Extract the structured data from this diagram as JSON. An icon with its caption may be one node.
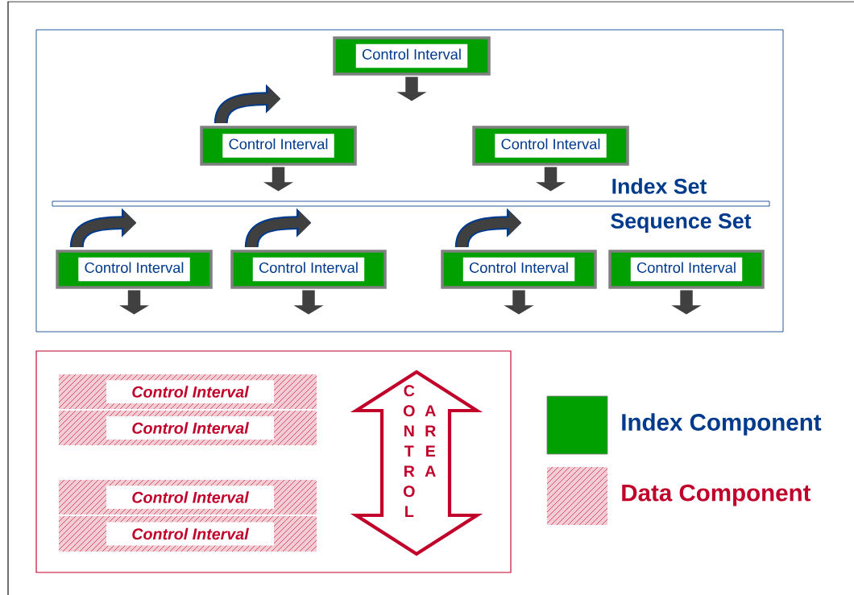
{
  "diagram": {
    "nodes": [
      {
        "text": [
          "Control Interval"
        ]
      },
      {
        "text": [
          "Control Interval"
        ]
      },
      {
        "text": [
          "Control Interval"
        ]
      },
      {
        "text": [
          "Control Interval"
        ]
      },
      {
        "text": [
          "Control Interval"
        ]
      },
      {
        "text": [
          "Control Interval"
        ]
      },
      {
        "text": [
          "Control Interval"
        ]
      },
      {
        "text": [
          "Control Interval"
        ]
      },
      {
        "text": [
          "Control Interval"
        ]
      },
      {
        "text": [
          "Control Interval"
        ]
      },
      {
        "text": [
          "Control Interval"
        ]
      },
      {
        "text": [
          "CONTROL",
          "AREA"
        ]
      }
    ],
    "edges": [
      {
        "from": 0,
        "to": null,
        "arrow": "to"
      },
      {
        "from": 1,
        "to": null,
        "arrow": "to"
      },
      {
        "from": 2,
        "to": null,
        "arrow": "to"
      },
      {
        "from": 3,
        "to": null,
        "arrow": "to"
      },
      {
        "from": 4,
        "to": null,
        "arrow": "to"
      },
      {
        "from": 5,
        "to": null,
        "arrow": "to"
      },
      {
        "from": 6,
        "to": null,
        "arrow": "to"
      },
      {
        "from": 1,
        "to": null,
        "arrow": "to"
      },
      {
        "from": 3,
        "to": null,
        "arrow": "to"
      },
      {
        "from": 4,
        "to": null,
        "arrow": "to"
      },
      {
        "from": 5,
        "to": null,
        "arrow": "to"
      }
    ],
    "labels": [
      "Index Set",
      "Sequence Set"
    ],
    "legend": [
      {
        "text": "Index Component",
        "color": "#00a000"
      },
      {
        "text": "Data Component"
      }
    ]
  }
}
